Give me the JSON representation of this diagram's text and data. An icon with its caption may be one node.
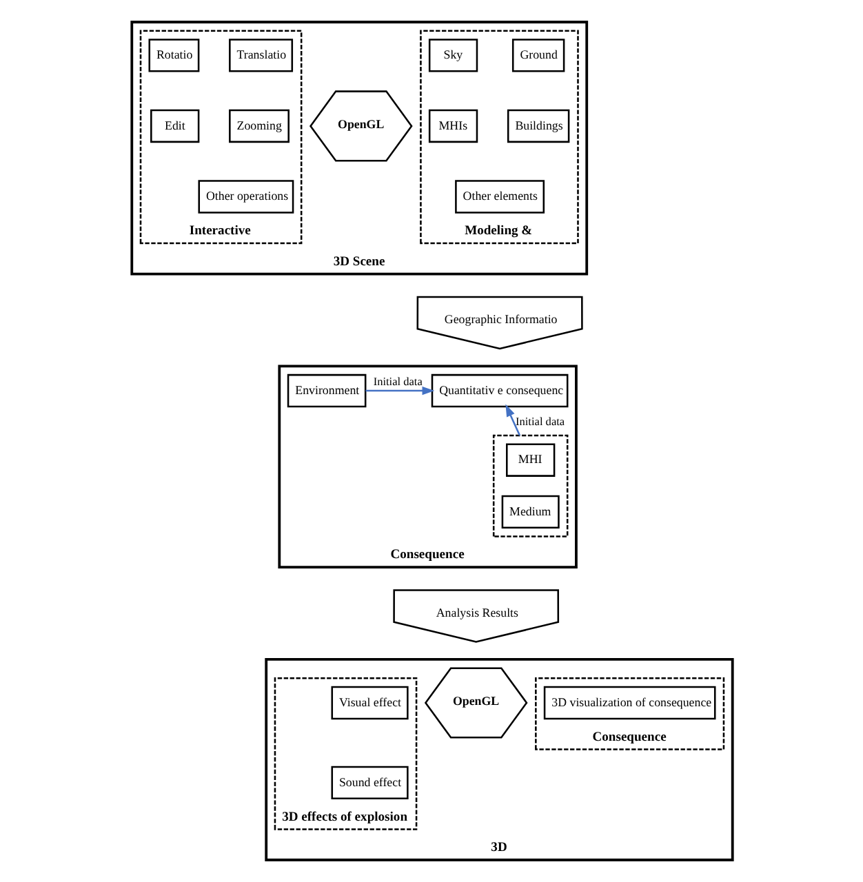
{
  "diagram": {
    "nodes": [
      {
        "text": [
          "3D Scene"
        ]
      },
      {
        "text": [
          "Modeling &"
        ],
        "in": 0
      },
      {
        "text": [
          "Sky"
        ],
        "in": 1
      },
      {
        "text": [
          "Ground"
        ],
        "in": 1
      },
      {
        "text": [
          "MHIs"
        ],
        "in": 1
      },
      {
        "text": [
          "Buildings"
        ],
        "in": 1
      },
      {
        "text": [
          "Other elements"
        ],
        "in": 1
      },
      {
        "text": [
          "OpenGL"
        ],
        "in": 0
      },
      {
        "text": [
          "Interactive"
        ],
        "in": 0
      },
      {
        "text": [
          "Translatio"
        ],
        "in": 8
      },
      {
        "text": [
          "Rotatio"
        ],
        "in": 8
      },
      {
        "text": [
          "Zooming"
        ],
        "in": 8
      },
      {
        "text": [
          "Edit"
        ],
        "in": 8
      },
      {
        "text": [
          "Other operations"
        ],
        "in": 8
      },
      {
        "text": [
          "Geographic Informatio"
        ]
      },
      {
        "text": [
          "Consequence"
        ]
      },
      {
        "text": [
          "Environment"
        ],
        "in": 15
      },
      {
        "text": [
          "Quantitativ e consequenc"
        ],
        "in": 15
      },
      {
        "text": [],
        "shape": "box",
        "in": 15
      },
      {
        "text": [
          "MHI"
        ],
        "in": 18
      },
      {
        "text": [
          "Medium"
        ],
        "in": 18
      },
      {
        "text": [
          "Analysis Results"
        ]
      },
      {
        "text": [
          "3D"
        ]
      },
      {
        "text": [
          "3D effects of explosion"
        ],
        "in": 22
      },
      {
        "text": [
          "Visual effect"
        ],
        "in": 23
      },
      {
        "text": [
          "Sound effect"
        ],
        "in": 23
      },
      {
        "text": [
          "OpenGL"
        ],
        "in": 22
      },
      {
        "text": [
          "Consequence"
        ],
        "in": 22
      },
      {
        "text": [
          "3D visualization of consequence"
        ],
        "in": 27
      }
    ],
    "edges": [
      {
        "from": 16,
        "to": 17,
        "arrow": "to",
        "label": "Initial data"
      },
      {
        "from": 18,
        "to": 17,
        "arrow": "to",
        "label": "Initial data"
      }
    ]
  }
}
